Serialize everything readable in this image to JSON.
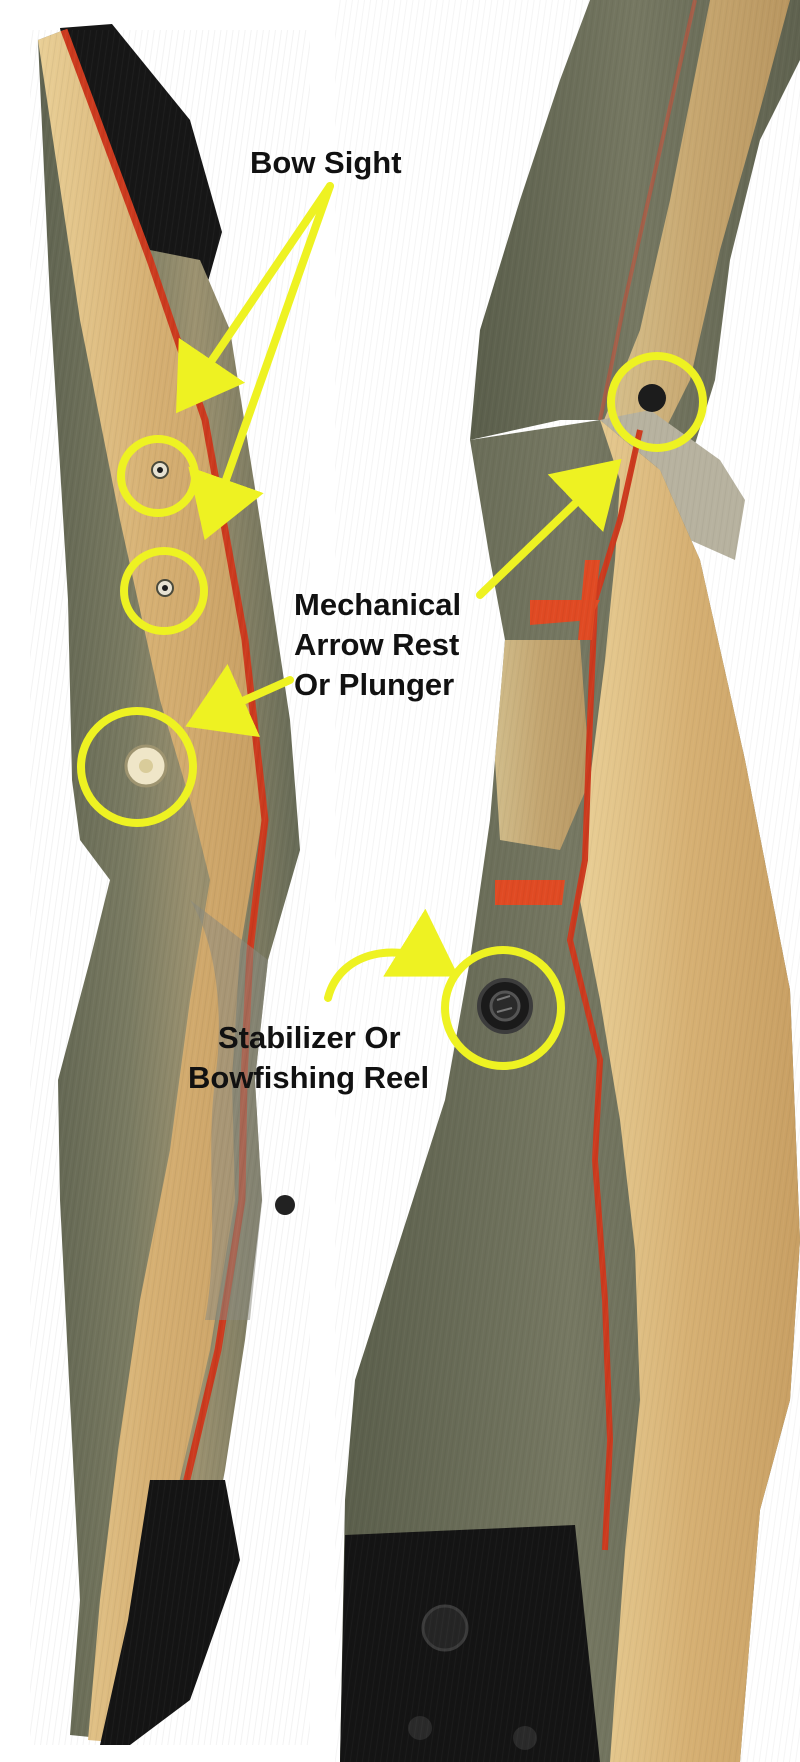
{
  "labels": {
    "bow_sight": [
      "Bow Sight"
    ],
    "arrow_rest": [
      "Mechanical",
      "Arrow Rest",
      "Or Plunger"
    ],
    "stabilizer": [
      "Stabilizer Or",
      "Bowfishing Reel"
    ]
  },
  "colors": {
    "highlight": "#eef222",
    "text": "#111111",
    "wood_light": "#d9b67a",
    "wood_dark": "#676a55",
    "accent_stripe": "#cc3a1e",
    "limb_black": "#151515",
    "background": "#ffffff"
  }
}
